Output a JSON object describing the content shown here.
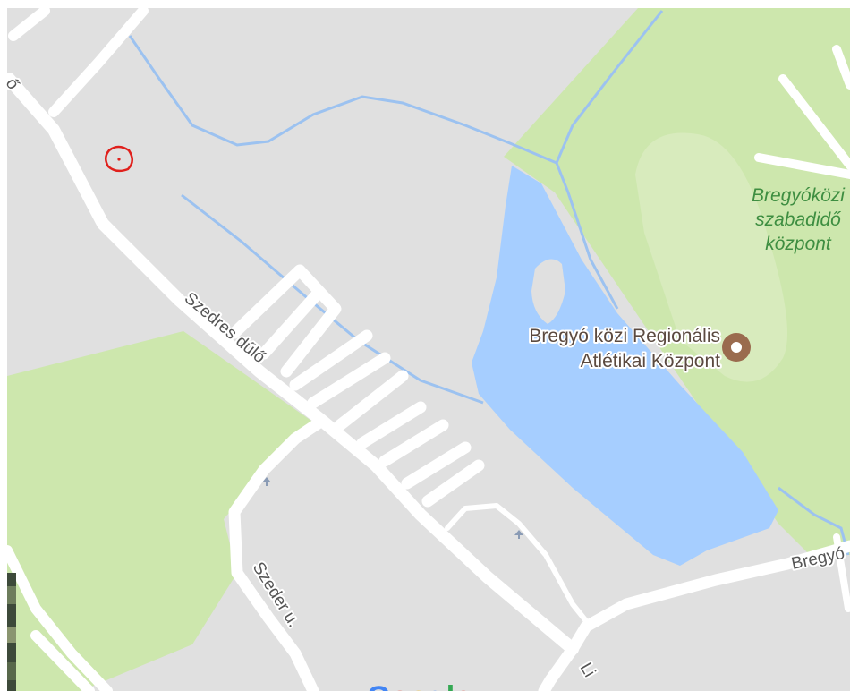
{
  "map": {
    "colors": {
      "land": "#e0e0e0",
      "park": "#cde7ad",
      "park_inner": "#d8ebbd",
      "water": "#a6ceff",
      "road": "#ffffff",
      "stream": "#9cc2f0",
      "poi": "#9a6b4e",
      "marker": "#e0201c"
    },
    "labels": {
      "park": [
        "Bregyóközi",
        "szabadidő",
        "központ"
      ],
      "streets": {
        "szedres": "Szedres dűlő",
        "szeder": "Szeder u.",
        "bregyo": "Bregyó",
        "lic": "Li",
        "top_left": "ő"
      }
    },
    "poi": {
      "icon": "stadium-pin-icon",
      "name_line1": "Bregyó közi Regionális",
      "name_line2": "Atlétikai Központ"
    },
    "marker": {
      "icon": "red-circle-marker-icon"
    },
    "logo": {
      "text": "Google",
      "letter_colors": [
        "#4285f4",
        "#ea4335",
        "#fbbc05",
        "#4285f4",
        "#34a853",
        "#ea4335"
      ]
    }
  }
}
